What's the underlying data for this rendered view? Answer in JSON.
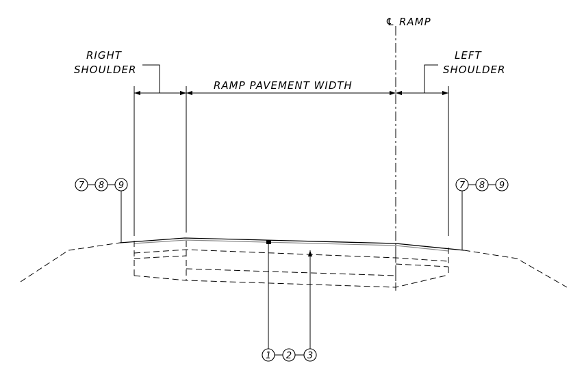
{
  "labels": {
    "centerline_symbol": "℄",
    "centerline": "RAMP",
    "right_shoulder_line1": "RIGHT",
    "right_shoulder_line2": "SHOULDER",
    "left_shoulder_line1": "LEFT",
    "left_shoulder_line2": "SHOULDER",
    "pavement_width": "RAMP PAVEMENT WIDTH"
  },
  "callouts": {
    "left_group": [
      "7",
      "8",
      "9"
    ],
    "right_group": [
      "7",
      "8",
      "9"
    ],
    "bottom_group": [
      "1",
      "2",
      "3"
    ]
  }
}
